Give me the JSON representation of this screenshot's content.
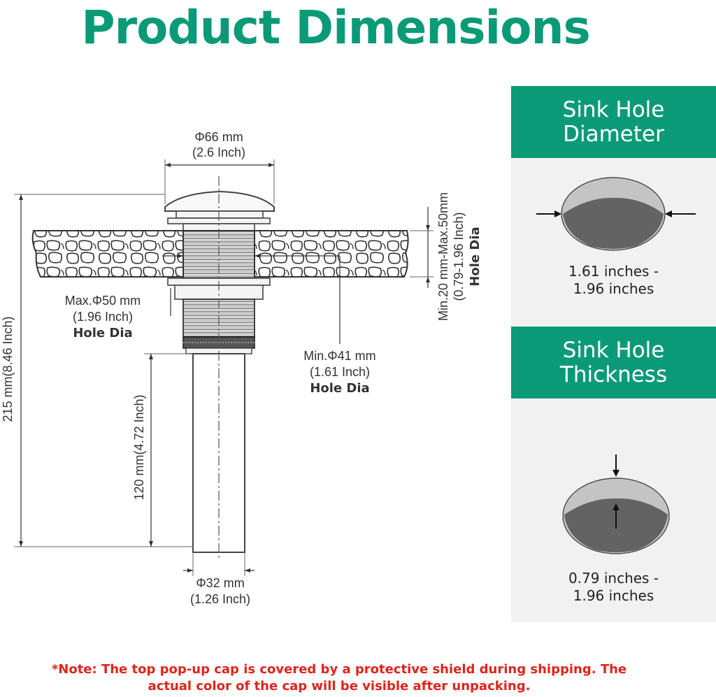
{
  "title": "Product Dimensions",
  "diagram": {
    "cap_diameter": {
      "mm": "Φ66 mm",
      "inch": "(2.6 Inch)"
    },
    "total_height": "215 mm(8.46 Inch)",
    "tube_height": "120 mm(4.72 Inch)",
    "max_hole": {
      "mm": "Max.Φ50 mm",
      "inch": "(1.96 Inch)",
      "label": "Hole Dia"
    },
    "min_hole": {
      "mm": "Min.Φ41 mm",
      "inch": "(1.61 Inch)",
      "label": "Hole Dia"
    },
    "thickness": {
      "mm": "Min.20 mm-Max.50mm",
      "inch": "(0.79-1.96 Inch)",
      "label": "Hole Dia"
    },
    "tube_diameter": {
      "mm": "Φ32 mm",
      "inch": "(1.26 Inch)"
    }
  },
  "panels": {
    "diameter": {
      "title_line1": "Sink Hole",
      "title_line2": "Diameter",
      "value_line1": "1.61 inches -",
      "value_line2": "1.96 inches"
    },
    "thickness": {
      "title_line1": "Sink Hole",
      "title_line2": "Thickness",
      "value_line1": "0.79 inches -",
      "value_line2": "1.96 inches"
    }
  },
  "note": {
    "line1": "*Note: The top pop-up cap is covered by a protective shield during shipping. The",
    "line2": "actual color of the cap will be visible after unpacking."
  },
  "colors": {
    "brand_green": "#0b9a77",
    "note_red": "#e0231b",
    "panel_bg": "#f1f1f1"
  }
}
